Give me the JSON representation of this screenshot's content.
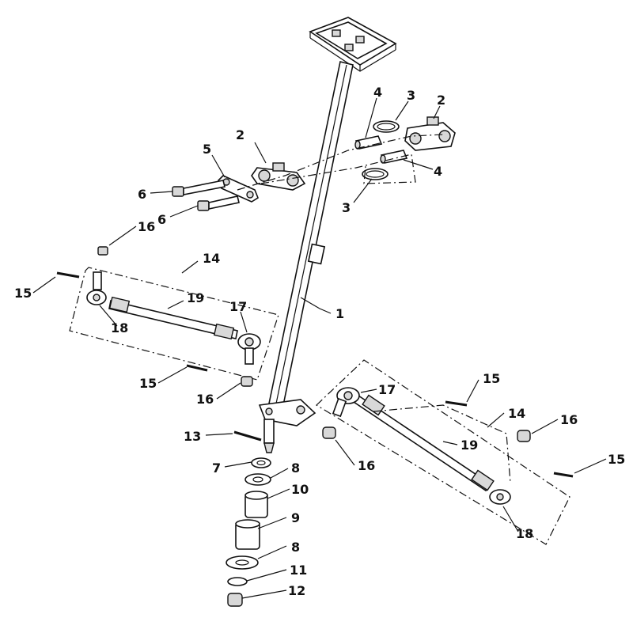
{
  "labels": {
    "p1": "1",
    "p2a": "2",
    "p2b": "2",
    "p3a": "3",
    "p3b": "3",
    "p4a": "4",
    "p4b": "4",
    "p5": "5",
    "p6a": "6",
    "p6b": "6",
    "p7": "7",
    "p8a": "8",
    "p8b": "8",
    "p9": "9",
    "p10": "10",
    "p11": "11",
    "p12": "12",
    "p13": "13",
    "p14a": "14",
    "p14b": "14",
    "p15a": "15",
    "p15b": "15",
    "p15c": "15",
    "p15d": "15",
    "p16a": "16",
    "p16b": "16",
    "p16c": "16",
    "p16d": "16",
    "p17a": "17",
    "p17b": "17",
    "p18a": "18",
    "p18b": "18",
    "p19a": "19",
    "p19b": "19"
  }
}
